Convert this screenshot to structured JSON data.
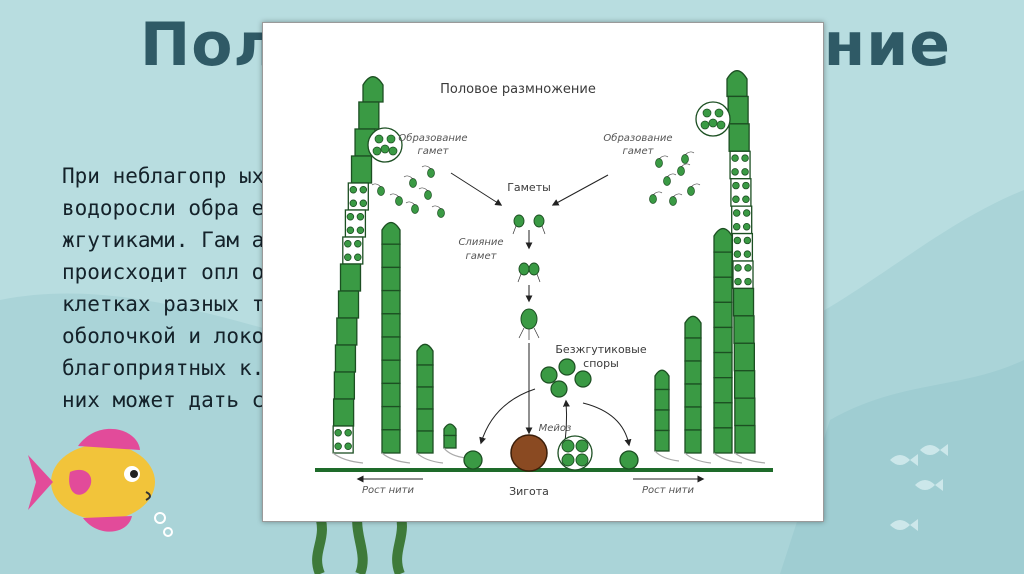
{
  "slide": {
    "title": "Половое размножение",
    "text_lines": [
      "При неблагопр                                      ых клетках",
      "водоросли обра                                     е гаметы со",
      "жгутиками. Гам                                     аются. Так",
      "происходит опл                                     озникшие в",
      "клетках разных                                     тся толстой",
      "оболочкой и                                        локоя. При",
      "благоприятных                                      к. Каждая из",
      "них может дать                                     су."
    ]
  },
  "diagram": {
    "title": "Половое размножение",
    "label_gamete_formation_left": [
      "Образование",
      "гамет"
    ],
    "label_gamete_formation_right": [
      "Образование",
      "гамет"
    ],
    "label_gametes": "Гаметы",
    "label_fusion": [
      "Слияние",
      "гамет"
    ],
    "label_spores": [
      "Безжгутиковые",
      "споры"
    ],
    "label_meiosis": "Мейоз",
    "label_zygote": "Зигота",
    "label_growth_left": "Рост нити",
    "label_growth_right": "Рост нити"
  },
  "colors": {
    "background": "#b8dde0",
    "title": "#2f5a66",
    "cell_green": "#3a9a44",
    "zygote_brown": "#8a4a22"
  }
}
